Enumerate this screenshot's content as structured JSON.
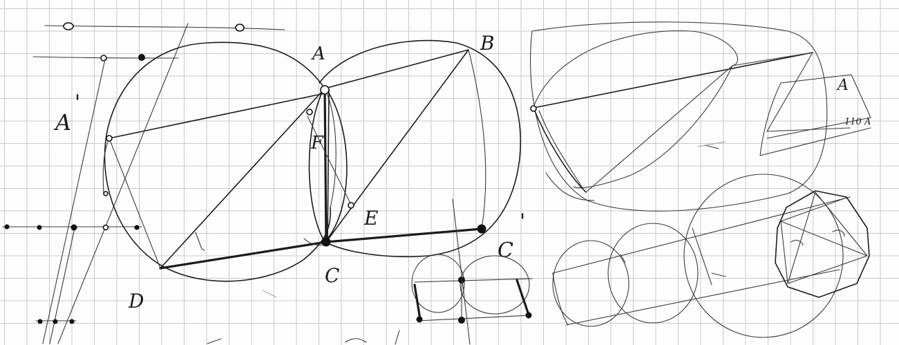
{
  "labels": {
    "a": "A",
    "b": "B",
    "c": "C",
    "d": "D",
    "e": "E",
    "f": "F",
    "a_prime": "A",
    "a_prime_mark": "'",
    "c_prime": "C",
    "c_prime_mark": "'",
    "small_a": "A",
    "small_110a": "110 A"
  },
  "colors": {
    "ink": "#1b1b1b",
    "grid": "#c9c9c9",
    "paper": "#fdfdfd"
  }
}
